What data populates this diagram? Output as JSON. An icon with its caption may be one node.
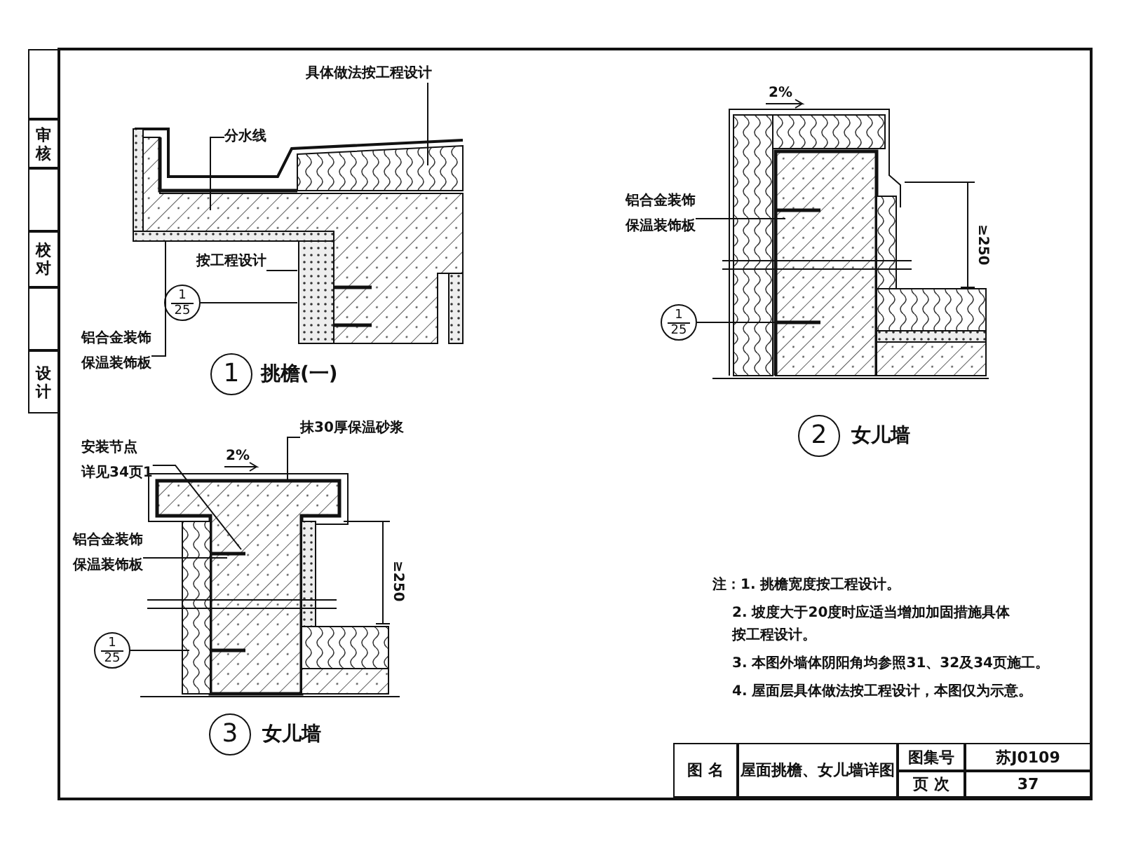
{
  "diagram": {
    "nodes": [
      {
        "text": [
          "具体做法按工程设计"
        ]
      },
      {
        "text": [
          "分水线"
        ]
      },
      {
        "text": [
          "按工程设计"
        ]
      },
      {
        "text": [
          "1",
          "25"
        ]
      },
      {
        "text": [
          "铝合金装饰",
          "保温装饰板"
        ]
      },
      {
        "text": [
          "1"
        ],
        "beside": [
          "挑檐(一)"
        ]
      },
      {
        "text": [
          "铝合金装饰",
          "保温装饰板"
        ]
      },
      {
        "text": [
          "1",
          "25"
        ]
      },
      {
        "text": [
          "2"
        ],
        "beside": [
          "女儿墙"
        ]
      },
      {
        "text": [
          "安装节点",
          "详见34页1"
        ]
      },
      {
        "text": [
          "抹30厚保温砂浆"
        ]
      },
      {
        "text": [
          "铝合金装饰",
          "保温装饰板"
        ]
      },
      {
        "text": [
          "1",
          "25"
        ]
      },
      {
        "text": [
          "3"
        ],
        "beside": [
          "女儿墙"
        ]
      }
    ],
    "edges": [
      {
        "from": 0,
        "to": null,
        "arrow": "none"
      },
      {
        "from": 1,
        "to": null,
        "arrow": "none"
      },
      {
        "from": 2,
        "to": null,
        "arrow": "none"
      },
      {
        "from": 3,
        "to": null,
        "arrow": "none"
      },
      {
        "from": 4,
        "to": null,
        "arrow": "none"
      },
      {
        "from": 6,
        "to": null,
        "arrow": "none"
      },
      {
        "from": 7,
        "to": null,
        "arrow": "none"
      },
      {
        "from": 9,
        "to": null,
        "arrow": "none"
      },
      {
        "from": 10,
        "to": null,
        "arrow": "none"
      },
      {
        "from": 11,
        "to": null,
        "arrow": "none"
      },
      {
        "from": 12,
        "to": null,
        "arrow": "none"
      }
    ],
    "labels": [
      "审核",
      "校对",
      "设计",
      "2%",
      "≥250",
      "2%",
      "≥250",
      "注：1. 挑檐宽度按工程设计。",
      "2. 坡度大于20度时应适当增加加固措施具体按工程设计。",
      "3. 本图外墙体阴阳角均参照31、32及34页施工。",
      "4. 屋面层具体做法按工程设计，本图仅为示意。",
      "图 名",
      "屋面挑檐、女儿墙详图",
      "图集号",
      "苏J0109",
      "页 次",
      "37"
    ]
  }
}
